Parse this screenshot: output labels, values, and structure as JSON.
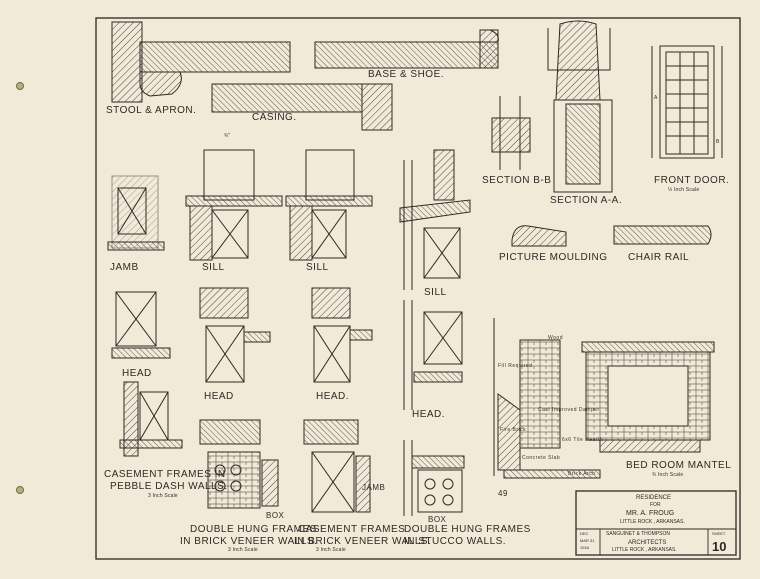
{
  "labels": {
    "stool_apron": "STOOL & APRON.",
    "base_shoe": "BASE & SHOE.",
    "casing": "CASING.",
    "section_bb": "SECTION B-B",
    "section_aa": "SECTION A-A.",
    "front_door": "FRONT DOOR.",
    "front_door_scale": "½ Inch Scale",
    "picture_moulding": "PICTURE MOULDING",
    "chair_rail": "CHAIR RAIL",
    "jamb_1": "JAMB",
    "sill_1": "SILL",
    "sill_2": "SILL",
    "sill_3": "SILL",
    "head_1": "HEAD",
    "head_2": "HEAD",
    "head_3": "HEAD.",
    "head_4": "HEAD.",
    "casement_pebble_1": "CASEMENT FRAMES IN",
    "casement_pebble_2": "PEBBLE DASH WALLS.",
    "casement_pebble_scale": "3 Inch Scale",
    "double_hung_brick_1": "DOUBLE HUNG FRAMES",
    "double_hung_brick_2": "IN BRICK VENEER WALLS.",
    "double_hung_brick_scale": "3 Inch Scale",
    "casement_brick_1": "CASEMENT FRAMES",
    "casement_brick_2": "IN BRICK VENEER WALLS.",
    "casement_brick_scale": "3 Inch Scale",
    "double_hung_stucco_1": "DOUBLE HUNG FRAMES",
    "double_hung_stucco_2": "IN STUCCO WALLS.",
    "box_1": "BOX",
    "box_2": "BOX",
    "jamb_2": "JAMB",
    "bed_room_mantel": "BED ROOM MANTEL",
    "bed_room_mantel_scale": "¾ Inch Scale",
    "dim_a": "A",
    "dim_b": "B",
    "dim_34": "¾\"",
    "page_mark": "49"
  },
  "mantel_notes": {
    "wood": "Wood",
    "fill": "Fill Required",
    "damper": "Cast Improved Damper",
    "fire_brick": "Fire Brick",
    "tile": "6x6 Tile Hearth",
    "concrete": "Concrete Slab",
    "brick_arch": "Brick Arch"
  },
  "title_block": {
    "line1": "RESIDENCE",
    "line2": "FOR",
    "line3": "MR. A. FROUG",
    "line4": "LITTLE ROCK , ARKANSAS.",
    "architects_1": "SANGUINET & THOMPSON",
    "architects_2": "ARCHITECTS",
    "architects_3": "LITTLE ROCK , ARKANSAS.",
    "date_1": "DEC",
    "date_2": "MAR 31",
    "date_3": "1918",
    "sheet_label": "SHEET",
    "sheet_no": "10"
  },
  "colors": {
    "paper": "#f1ead9",
    "ink": "#2e2923",
    "border": "#3a342c"
  }
}
